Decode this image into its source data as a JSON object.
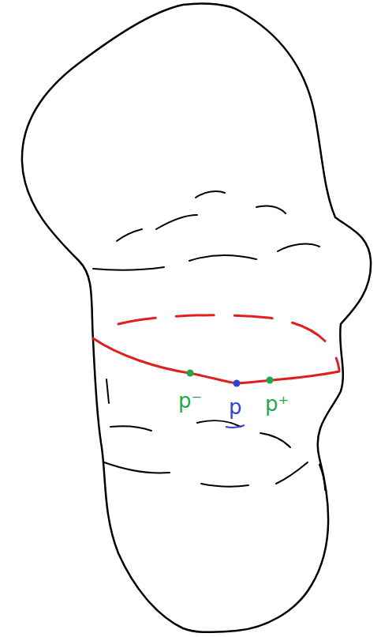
{
  "diagram": {
    "labels": [
      "p⁻",
      "p",
      "p⁺"
    ]
  }
}
